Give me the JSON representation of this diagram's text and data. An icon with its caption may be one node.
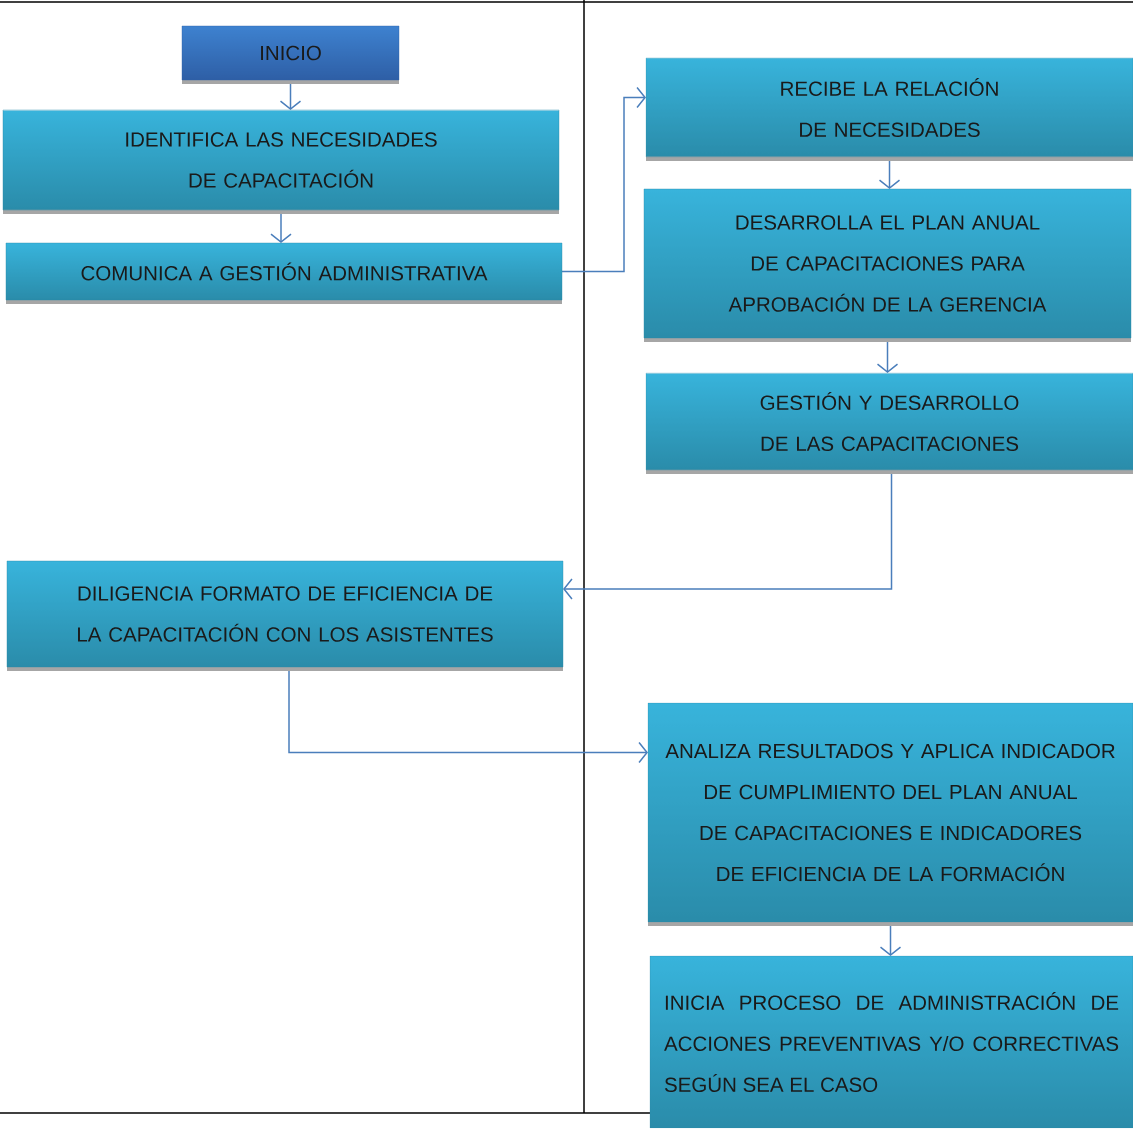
{
  "diagram": {
    "nodes": [
      {
        "text": [
          "INICIO"
        ]
      },
      {
        "text": [
          "IDENTIFICA LAS NECESIDADES DE CAPACITACIÓN"
        ]
      },
      {
        "text": [
          "COMUNICA A GESTIÓN ADMINISTRATIVA"
        ]
      },
      {
        "text": [
          "RECIBE LA RELACIÓN DE NECESIDADES"
        ]
      },
      {
        "text": [
          "DESARROLLA EL PLAN ANUAL DE CAPACITACIONES PARA APROBACIÓN DE LA GERENCIA"
        ]
      },
      {
        "text": [
          "GESTIÓN Y DESARROLLO DE LAS CAPACITACIONES"
        ]
      },
      {
        "text": [
          "DILIGENCIA FORMATO DE EFICIENCIA DE LA CAPACITACIÓN CON LOS ASISTENTES"
        ]
      },
      {
        "text": [
          "ANALIZA RESULTADOS Y APLICA INDICADOR DE CUMPLIMIENTO DEL PLAN ANUAL DE CAPACITACIONES E INDICADORES DE EFICIENCIA DE LA FORMACIÓN"
        ]
      },
      {
        "text": [
          "INICIA PROCESO DE ADMINISTRACIÓN DE ACCIONES PREVENTIVAS Y/O CORRECTIVAS SEGÚN SEA EL CASO"
        ]
      }
    ],
    "edges": [
      {
        "from": 0,
        "to": 1,
        "arrow": "to"
      },
      {
        "from": 1,
        "to": 2,
        "arrow": "to"
      },
      {
        "from": 2,
        "to": 3,
        "arrow": "to"
      },
      {
        "from": 3,
        "to": 4,
        "arrow": "to"
      },
      {
        "from": 4,
        "to": 5,
        "arrow": "to"
      },
      {
        "from": 5,
        "to": 6,
        "arrow": "to"
      },
      {
        "from": 6,
        "to": 7,
        "arrow": "to"
      },
      {
        "from": 7,
        "to": 8,
        "arrow": "to"
      }
    ]
  }
}
